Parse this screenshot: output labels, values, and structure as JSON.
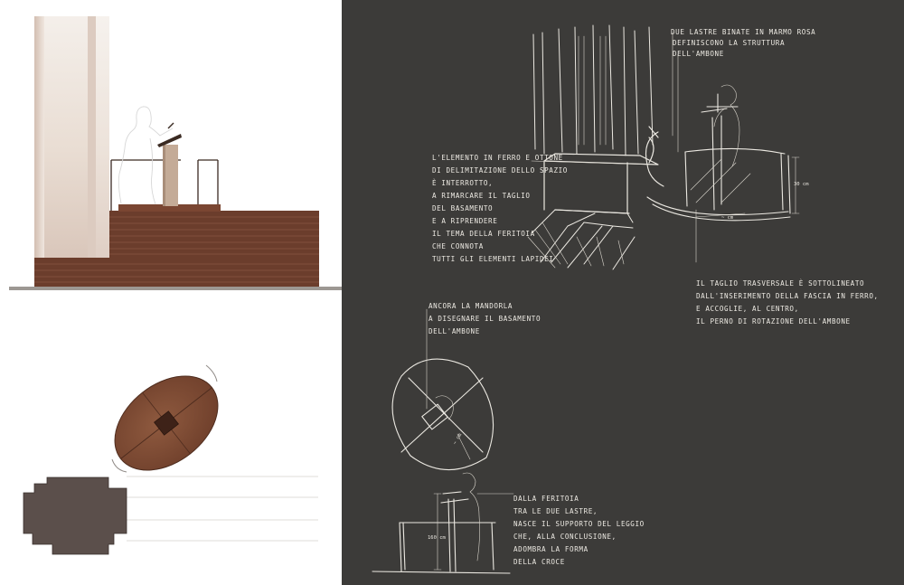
{
  "palette": {
    "wood": "#6b3d2c",
    "wood_light": "#8d5a3f",
    "column": "#e6dbd2",
    "column_shade": "#c7b1a4",
    "ground": "#9d9893",
    "plan_floor": "#5b4f4b",
    "board": "#3c3b39",
    "chalk": "#ece9e2"
  },
  "notes": {
    "top_right": [
      "DUE LASTRE BINATE IN MARMO ROSA",
      "DEFINISCONO LA STRUTTURA",
      "DELL'AMBONE"
    ],
    "left_block": [
      "L'ELEMENTO IN FERRO E OTTONE",
      "DI DELIMITAZIONE DELLO SPAZIO",
      "È INTERROTTO,",
      "A RIMARCARE IL TAGLIO",
      "DEL BASAMENTO",
      "E A RIPRENDERE",
      "IL TEMA DELLA FERITOIA",
      "CHE CONNOTA",
      "TUTTI GLI ELEMENTI LAPIDEI"
    ],
    "right_block": [
      "IL TAGLIO TRASVERSALE È SOTTOLINEATO",
      "DALL'INSERIMENTO DELLA FASCIA IN FERRO,",
      "E ACCOGLIE, AL CENTRO,",
      "IL PERNO DI ROTAZIONE DELL'AMBONE"
    ],
    "mandorla": [
      "ANCORA LA MANDORLA",
      "A DISEGNARE IL BASAMENTO",
      "DELL'AMBONE"
    ],
    "feritoia": [
      "DALLA FERITOIA",
      "TRA LE DUE LASTRE,",
      "NASCE IL SUPPORTO DEL LEGGIO",
      "CHE, ALLA CONCLUSIONE,",
      "ADOMBRA LA FORMA",
      "DELLA CROCE"
    ]
  },
  "dimensions": {
    "height_30": "30 cm",
    "width_top": "~ cm",
    "diameter": "~ cm",
    "height_160": "160 cm"
  }
}
